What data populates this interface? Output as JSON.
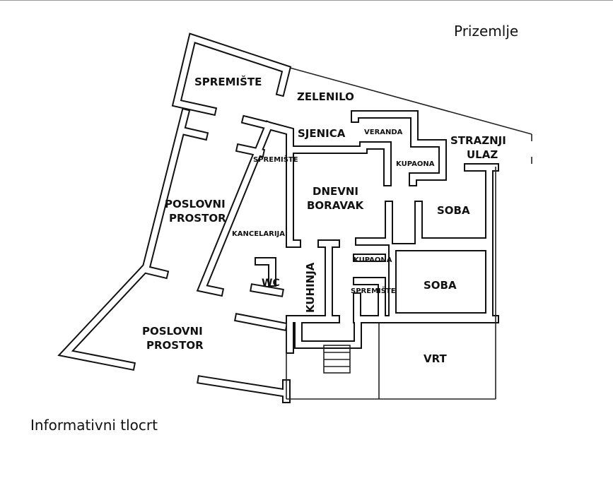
{
  "title": "Prizemlje",
  "caption": "Informativni tlocrt",
  "rooms": {
    "spremiste_top": "SPREMIŠTE",
    "zelenilo": "ZELENILO",
    "sjenica": "SJENICA",
    "veranda": "VERANDA",
    "straznji_ulaz_1": "STRAZNJI",
    "straznji_ulaz_2": "ULAZ",
    "kupaona_top": "KUPAONA",
    "spremiste_small": "SPREMIŠTE",
    "dnevni_1": "DNEVNI",
    "dnevni_2": "BORAVAK",
    "poslovni1_1": "POSLOVNI",
    "poslovni1_2": "PROSTOR",
    "kancelarija": "KANCELARIJA",
    "soba_top": "SOBA",
    "wc": "WC",
    "kuhinja": "KUHINJA",
    "kupaona_mid": "KUPAONA",
    "spremiste_mid": "SPREMIŠTE",
    "soba_bottom": "SOBA",
    "poslovni2_1": "POSLOVNI",
    "poslovni2_2": "PROSTOR",
    "vrt": "VRT"
  }
}
